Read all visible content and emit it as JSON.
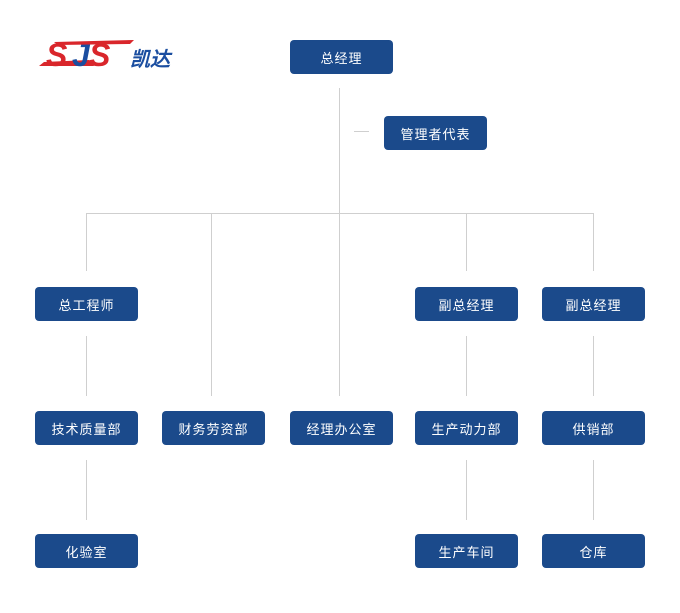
{
  "logo": {
    "letters": "SJS",
    "name": "凯达"
  },
  "org": {
    "general_manager": "总经理",
    "management_rep": "管理者代表",
    "chief_engineer": "总工程师",
    "deputy_gm_1": "副总经理",
    "deputy_gm_2": "副总经理",
    "tech_quality": "技术质量部",
    "finance_hr": "财务劳资部",
    "gm_office": "经理办公室",
    "production_power": "生产动力部",
    "supply_sales": "供销部",
    "lab": "化验室",
    "workshop": "生产车间",
    "warehouse": "仓库"
  }
}
